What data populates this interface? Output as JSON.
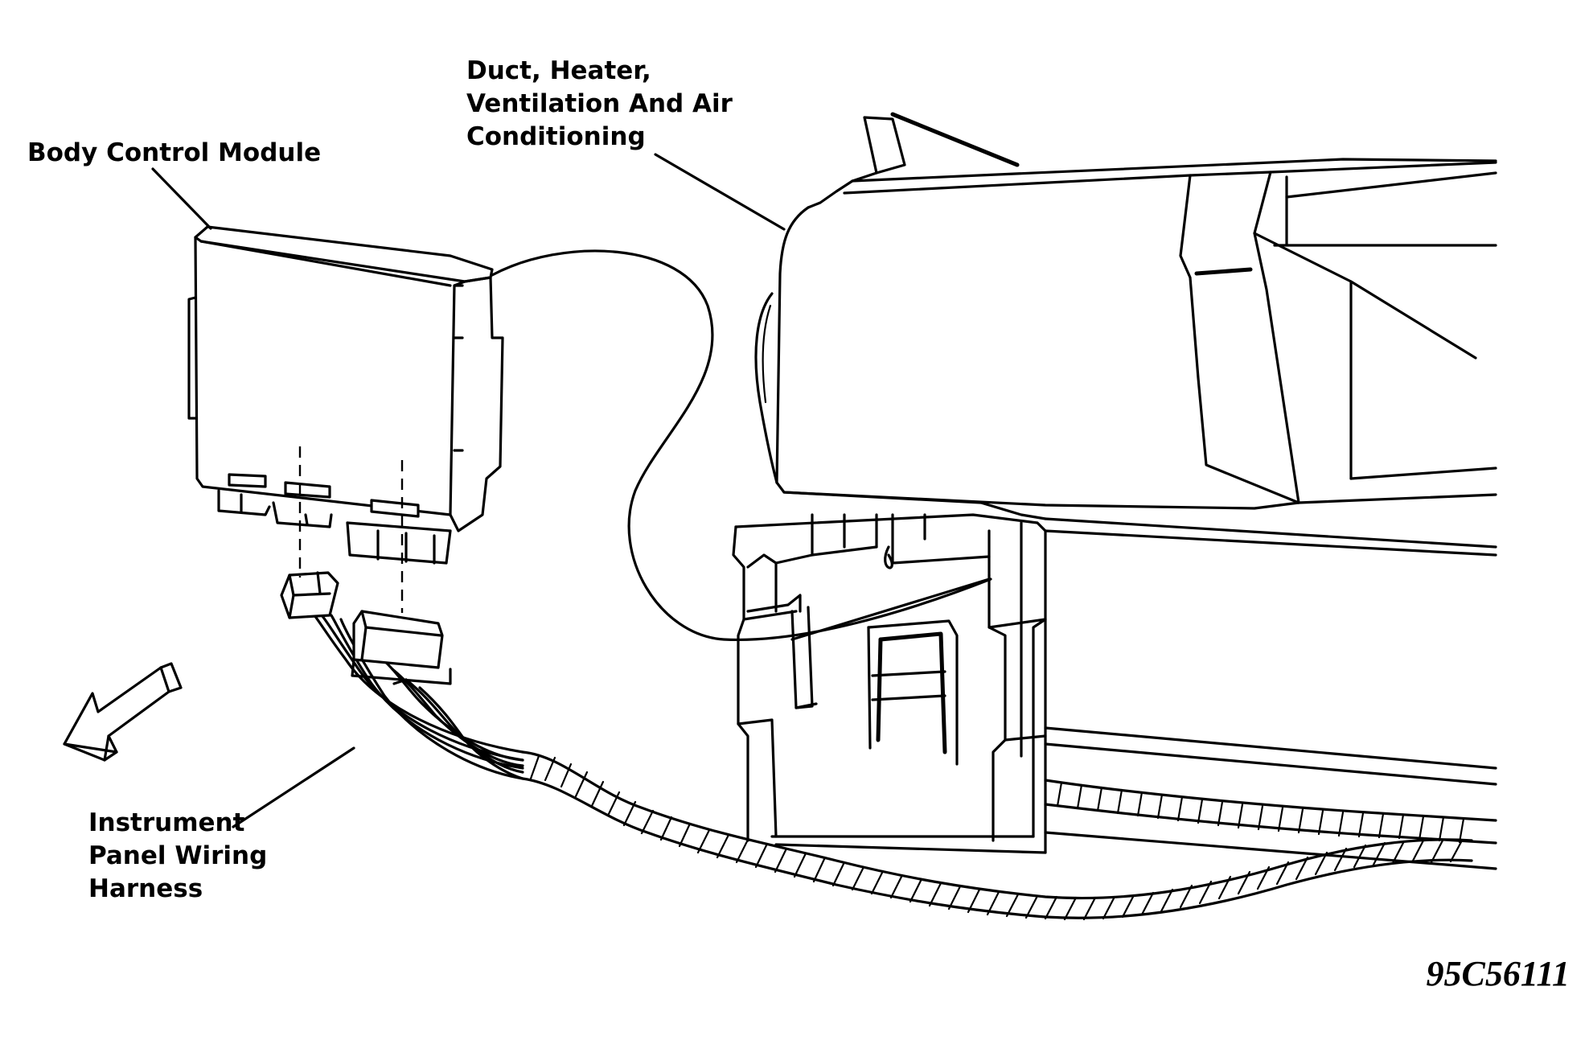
{
  "labels": {
    "body_control_module": "Body Control Module",
    "duct_line1": "Duct, Heater,",
    "duct_line2": "Ventilation And Air",
    "duct_line3": "Conditioning",
    "harness_line1": "Instrument",
    "harness_line2": "Panel Wiring",
    "harness_line3": "Harness"
  },
  "figure_id": "95C56111",
  "colors": {
    "ink": "#000000",
    "paper": "#ffffff"
  },
  "icons": {
    "direction_arrow": "forward-arrow-icon"
  }
}
